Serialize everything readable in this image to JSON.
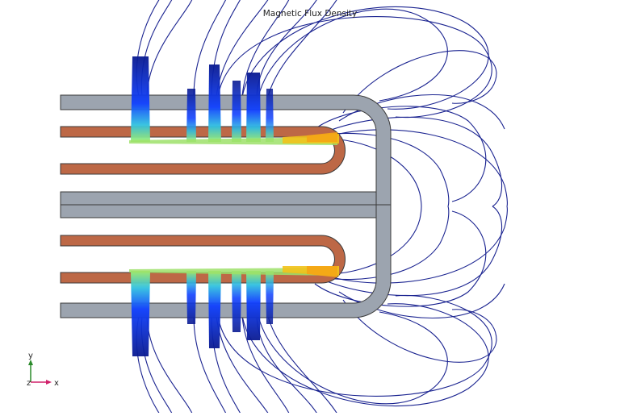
{
  "plot": {
    "title": "Magnetic Flux Density"
  },
  "axes_triad": {
    "y_label": "y",
    "x_label": "x",
    "z_label": "z"
  },
  "colors": {
    "background": "#ffffff",
    "conductor_gray": "#9ca4af",
    "coil_copper": "#bd6846",
    "outline": "#3a3a3a",
    "streamline": "#1a2390",
    "flux_high": "#f4a816",
    "flux_mid": "#7ee06a",
    "flux_low": "#1030e0",
    "axis_x": "#d0206a",
    "axis_y": "#2a8a2a"
  }
}
